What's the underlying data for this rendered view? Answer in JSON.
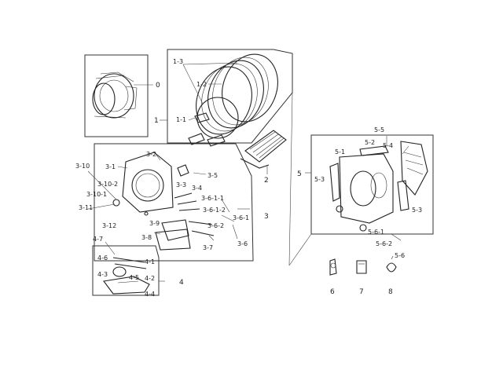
{
  "labels": {
    "p0": "0",
    "p1": "1",
    "p1_1": "1-1",
    "p1_2": "1-2",
    "p1_3": "1-3",
    "p2": "2",
    "p3": "3",
    "p3_1": "3-1",
    "p3_2": "3-2",
    "p3_3": "3-3",
    "p3_4": "3-4",
    "p3_5": "3-5",
    "p3_6": "3-6",
    "p3_6_1": "3-6-1",
    "p3_6_1_1": "3-6-1-1",
    "p3_6_1_2": "3-6-1-2",
    "p3_6_2": "3-6-2",
    "p3_7": "3-7",
    "p3_8": "3-8",
    "p3_9": "3-9",
    "p3_10": "3-10",
    "p3_10_1": "3-10-1",
    "p3_10_2": "3-10-2",
    "p3_11": "3-11",
    "p3_12": "3-12",
    "p4": "4",
    "p4_1": "4-1",
    "p4_2": "4-2",
    "p4_3": "4-3",
    "p4_4": "4-4",
    "p4_5": "4-5",
    "p4_6": "4-6",
    "p4_7": "4-7",
    "p5": "5",
    "p5_1": "5-1",
    "p5_2": "5-2",
    "p5_3a": "5-3",
    "p5_3b": "5-3",
    "p5_4": "5-4",
    "p5_5": "5-5",
    "p5_6": "5-6",
    "p5_6_1": "5-6-1",
    "p5_6_2": "5-6-2",
    "p6": "6",
    "p7": "7",
    "p8": "8"
  }
}
